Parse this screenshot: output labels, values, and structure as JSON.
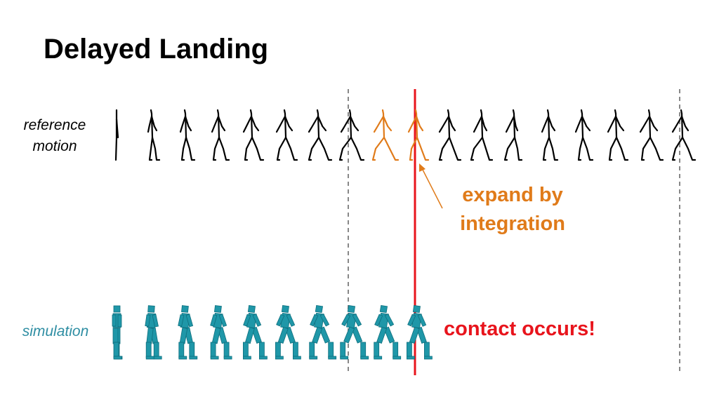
{
  "title": "Delayed Landing",
  "labels": {
    "reference_line1": "reference",
    "reference_line2": "motion",
    "simulation": "simulation"
  },
  "annotation": {
    "line1": "expand by",
    "line2": "integration"
  },
  "contact_text": "contact occurs!",
  "colors": {
    "reference": "#000000",
    "highlight": "#e07b1a",
    "simulation": "#1f97a8",
    "simulation_label": "#2f8ea3",
    "contact": "#e8141c",
    "dashed": "#888888"
  },
  "reference_frames": {
    "count": 18,
    "highlighted": [
      8,
      9
    ]
  },
  "simulation_frames": {
    "count": 10
  }
}
